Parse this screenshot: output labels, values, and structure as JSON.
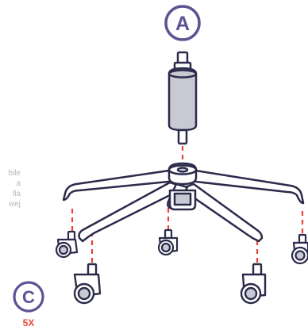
{
  "badges": {
    "gas_lift": "A",
    "caster": "C"
  },
  "caster_count": "5X",
  "side_text_fragments": [
    "bile",
    "a",
    "lla",
    "wej"
  ],
  "colors": {
    "outline": "#2b2a4a",
    "part_fill": "#c9c9d4",
    "light_fill": "#ffffff",
    "badge": "#5d5393",
    "dashed_guide": "#e8463a",
    "side_text": "#b8b8bc"
  }
}
